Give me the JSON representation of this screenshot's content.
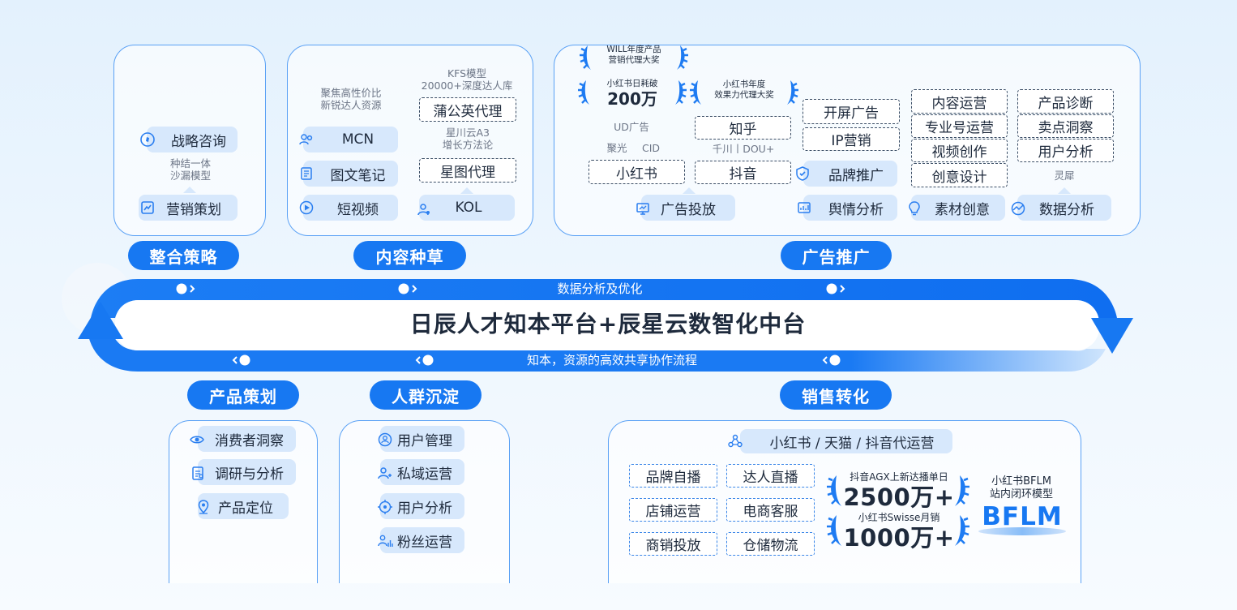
{
  "colors": {
    "accent": "#1778f2",
    "panel_border": "#5aa1f5",
    "pill": "#d7e8fc"
  },
  "center": {
    "title": "日辰人才知本平台+辰星云数智化中台",
    "top_text": "数据分析及优化",
    "bottom_text": "知本，资源的高效共享协作流程"
  },
  "section_labels": {
    "integrated": "整合策略",
    "content": "内容种草",
    "ads": "广告推广",
    "product": "产品策划",
    "crowd": "人群沉淀",
    "sales": "销售转化"
  },
  "integrated": {
    "strategy": "战略咨询",
    "note": "种结一体\n沙漏模型",
    "marketing": "营销策划"
  },
  "content": {
    "note_left": "聚焦高性价比\n新锐达人资源",
    "mcn": "MCN",
    "graphic": "图文笔记",
    "video": "短视频",
    "note_kfs": "KFS模型\n20000+深度达人库",
    "pugongying": "蒲公英代理",
    "note_xingchuan": "星川云A3\n增长方法论",
    "xingtu": "星图代理",
    "kol": "KOL"
  },
  "ads": {
    "award1_line1": "WILL年度产品",
    "award1_line2": "营销代理大奖",
    "award2_line1": "小红书日耗破",
    "award2_big": "200万",
    "award3_line1": "小红书年度",
    "award3_line2": "效果力代理大奖",
    "ud_note": "UD广告",
    "juguang_note": "聚光",
    "cid_note": "CID",
    "xiaohongshu": "小红书",
    "zhihu": "知乎",
    "qianchuan_note": "千川丨DOU+",
    "douyin": "抖音",
    "ad_delivery": "广告投放",
    "splash": "开屏广告",
    "ip": "IP营销",
    "brand_promo": "品牌推广",
    "sentiment": "舆情分析",
    "content_ops": "内容运营",
    "pro_account": "专业号运营",
    "video_create": "视频创作",
    "creative": "创意设计",
    "material": "素材创意",
    "diagnosis": "产品诊断",
    "selling_point": "卖点洞察",
    "user_analysis": "用户分析",
    "lingxi_note": "灵犀",
    "data_analysis": "数据分析"
  },
  "product": {
    "items": [
      "消费者洞察",
      "调研与分析",
      "产品定位"
    ]
  },
  "crowd": {
    "items": [
      "用户管理",
      "私域运营",
      "用户分析",
      "粉丝运营"
    ]
  },
  "sales": {
    "header": "小红书 / 天猫 / 抖音代运营",
    "boxes": [
      "品牌自播",
      "达人直播",
      "店铺运营",
      "电商客服",
      "商销投放",
      "仓储物流"
    ],
    "award1_line": "抖音AGX上新达播单日",
    "award1_big": "2500万+",
    "award2_line": "小红书Swisse月销",
    "award2_big": "1000万+",
    "bflm_line1": "小红书BFLM",
    "bflm_line2": "站内闭环模型",
    "bflm_logo": "BFLM"
  }
}
